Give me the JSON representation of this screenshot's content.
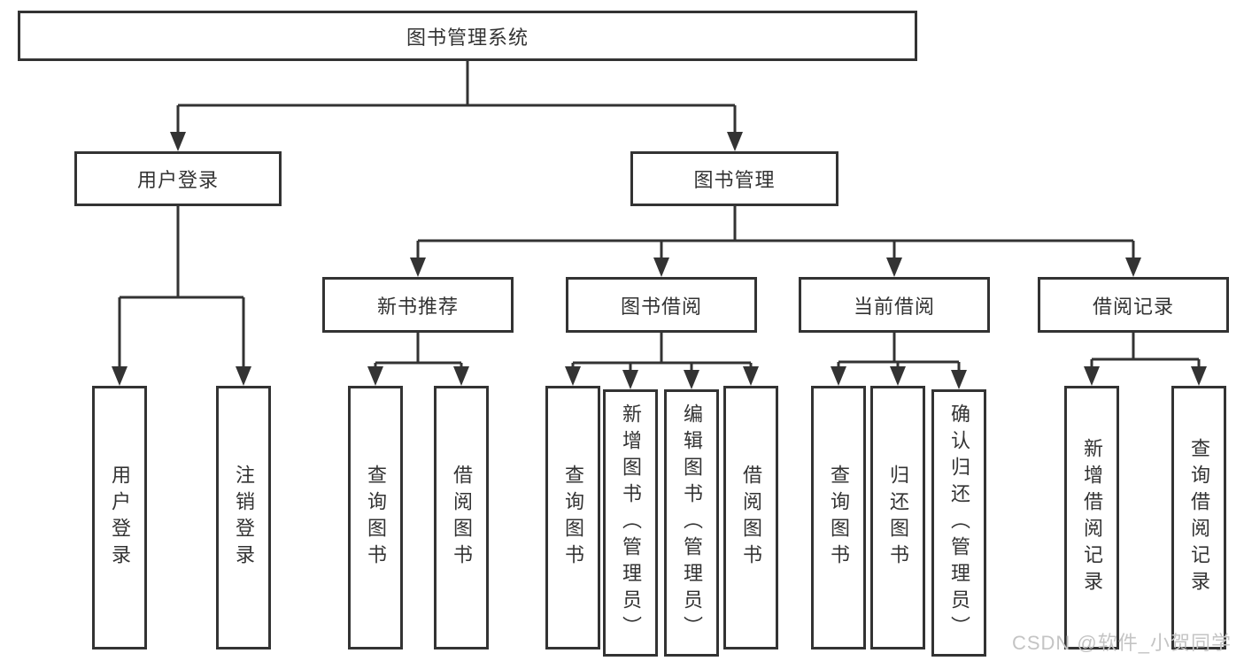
{
  "diagram": {
    "type": "org-tree",
    "colors": {
      "line": "#333333",
      "text": "#333333",
      "node_bg": "#ffffff",
      "node_border": "#333333",
      "watermark_text": "#c4c4c4"
    },
    "hierarchy": {
      "label": "图书管理系统",
      "children": [
        {
          "label": "用户登录",
          "children": [
            {
              "label": "用户登录"
            },
            {
              "label": "注销登录"
            }
          ]
        },
        {
          "label": "图书管理",
          "children": [
            {
              "label": "新书推荐",
              "children": [
                {
                  "label": "查询图书"
                },
                {
                  "label": "借阅图书"
                }
              ]
            },
            {
              "label": "图书借阅",
              "children": [
                {
                  "label": "查询图书"
                },
                {
                  "label": "新增图书（管理员）"
                },
                {
                  "label": "编辑图书（管理员）"
                },
                {
                  "label": "借阅图书"
                }
              ]
            },
            {
              "label": "当前借阅",
              "children": [
                {
                  "label": "查询图书"
                },
                {
                  "label": "归还图书"
                },
                {
                  "label": "确认归还（管理员）"
                }
              ]
            },
            {
              "label": "借阅记录",
              "children": [
                {
                  "label": "新增借阅记录"
                },
                {
                  "label": "查询借阅记录"
                }
              ]
            }
          ]
        }
      ]
    },
    "watermark": {
      "text": "CSDN @软件_小贺同学"
    }
  }
}
